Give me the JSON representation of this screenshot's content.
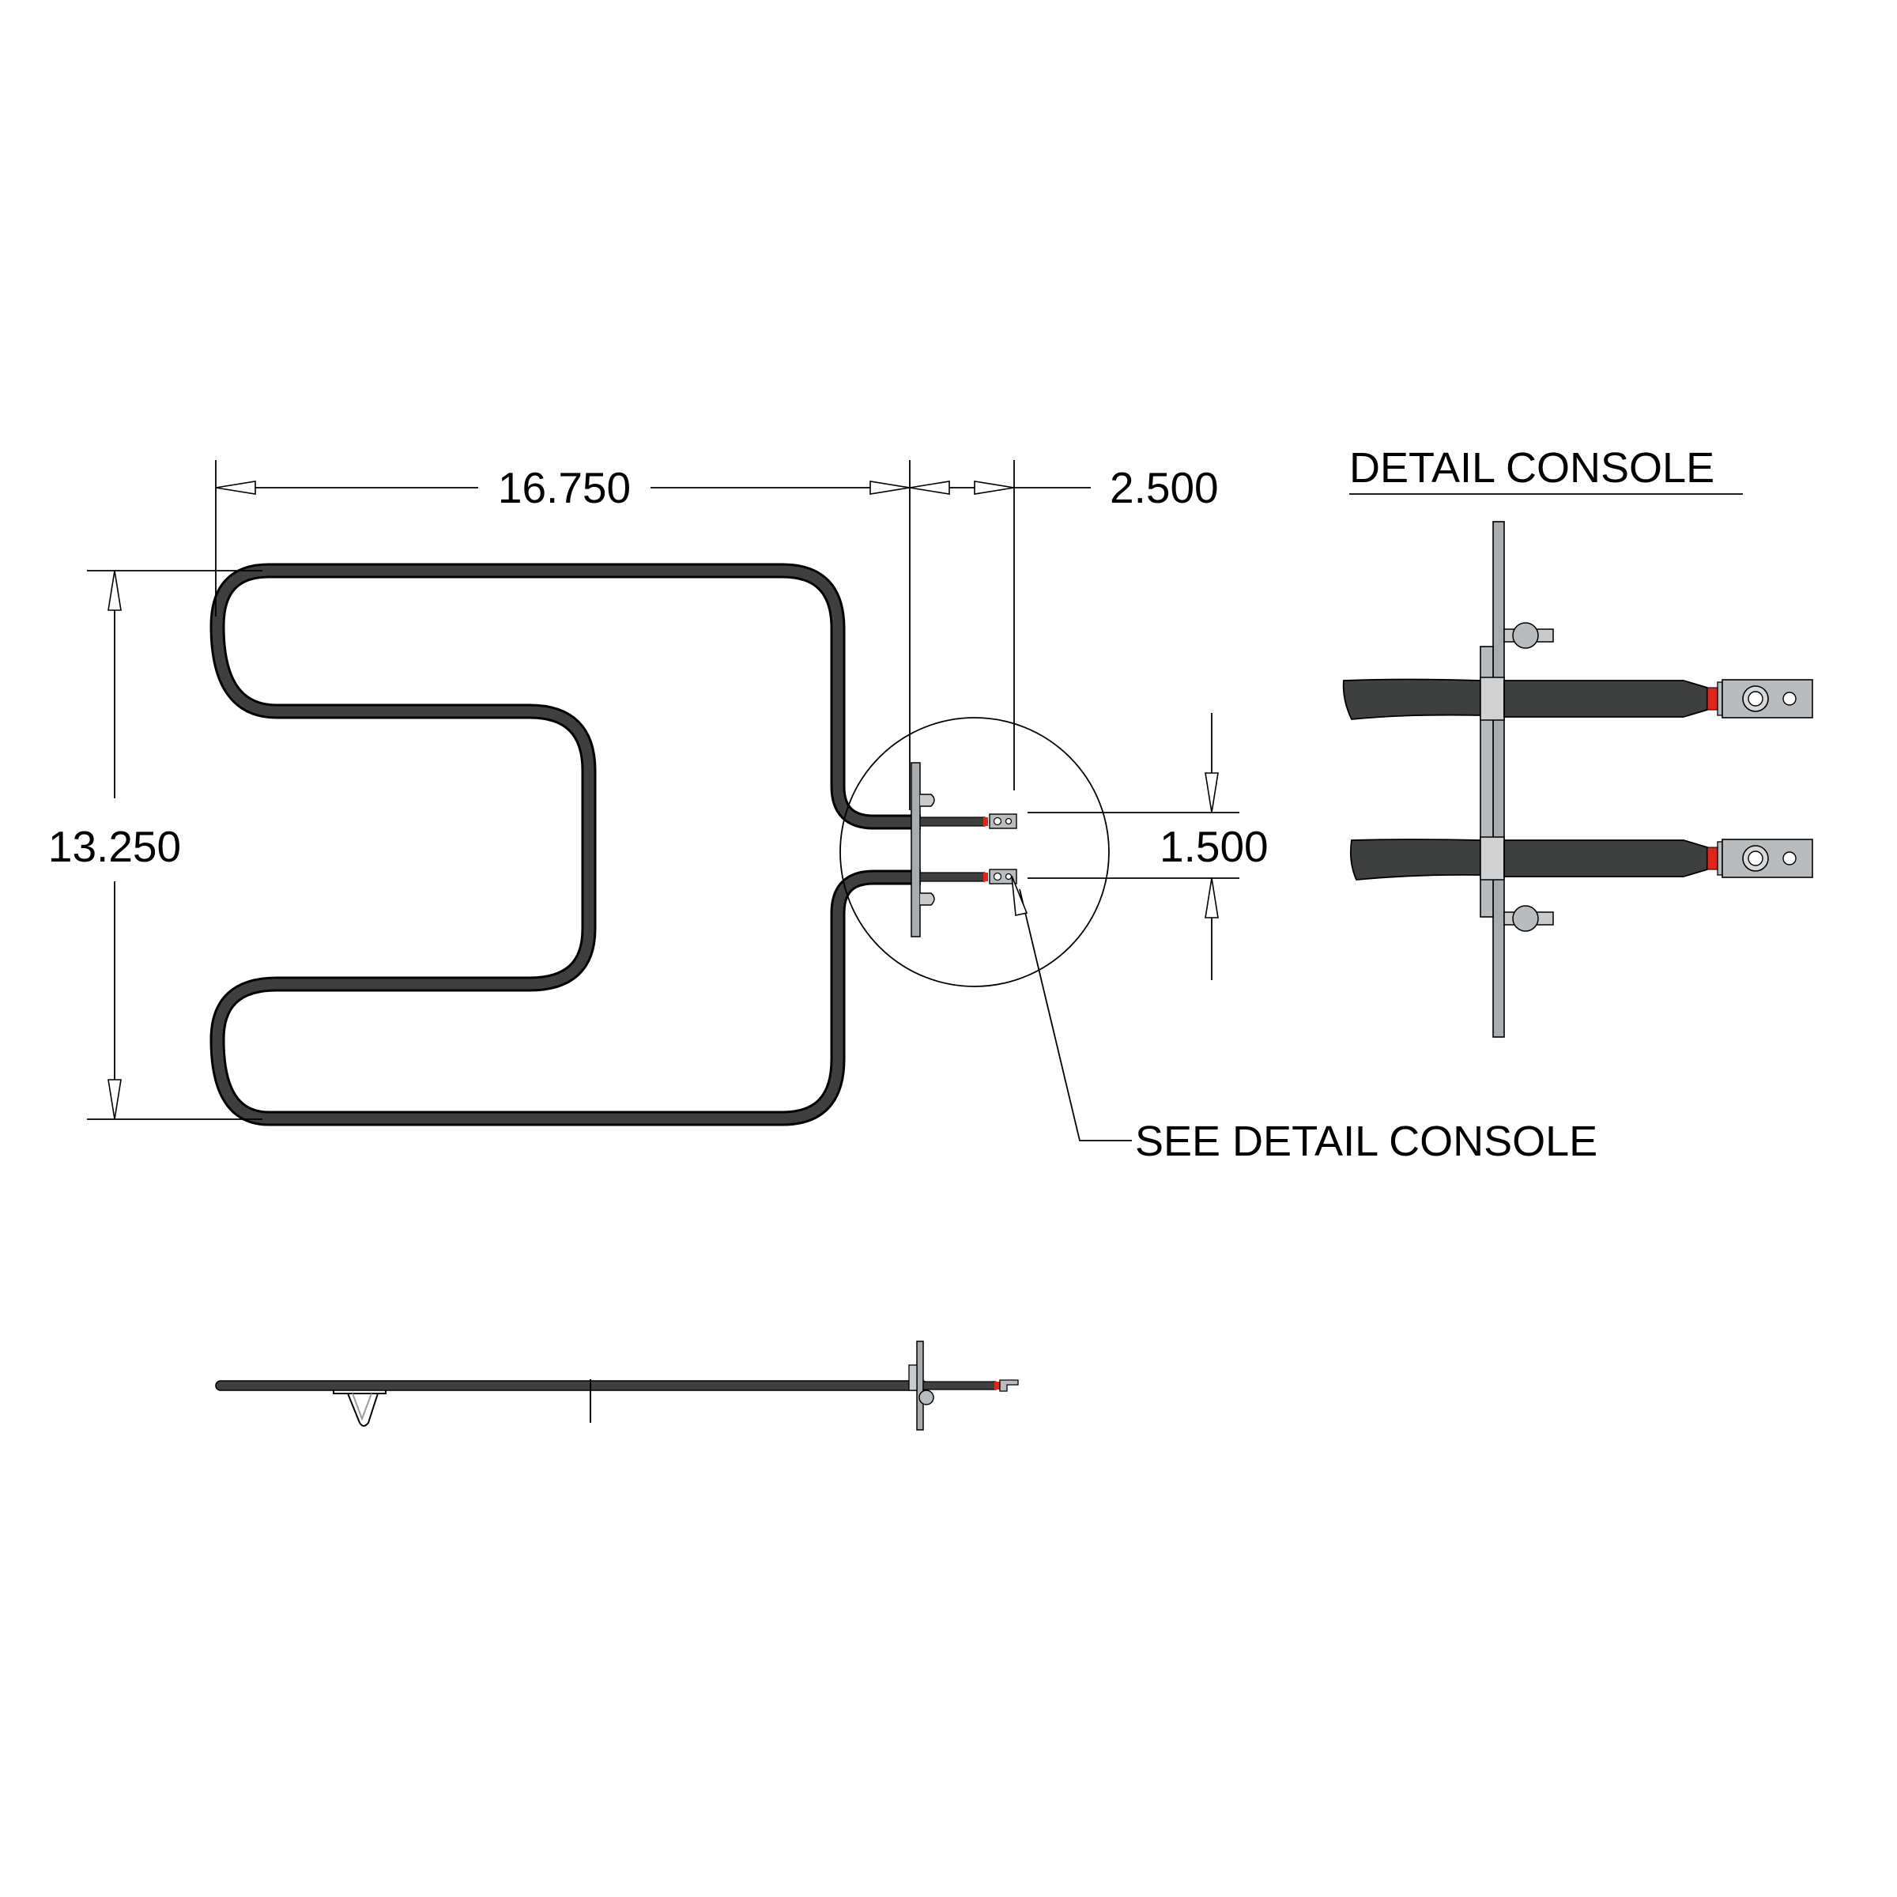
{
  "dimensions": {
    "width": "16.750",
    "lead_length": "2.500",
    "height": "13.250",
    "terminal_spacing": "1.500"
  },
  "labels": {
    "detail_title": "DETAIL CONSOLE",
    "callout": "SEE DETAIL CONSOLE"
  },
  "colors": {
    "element": "#3d403e",
    "element_outline": "#000000",
    "bracket": "#a9acaf",
    "insulator": "#e2241b",
    "terminal": "#b9bcbf"
  }
}
